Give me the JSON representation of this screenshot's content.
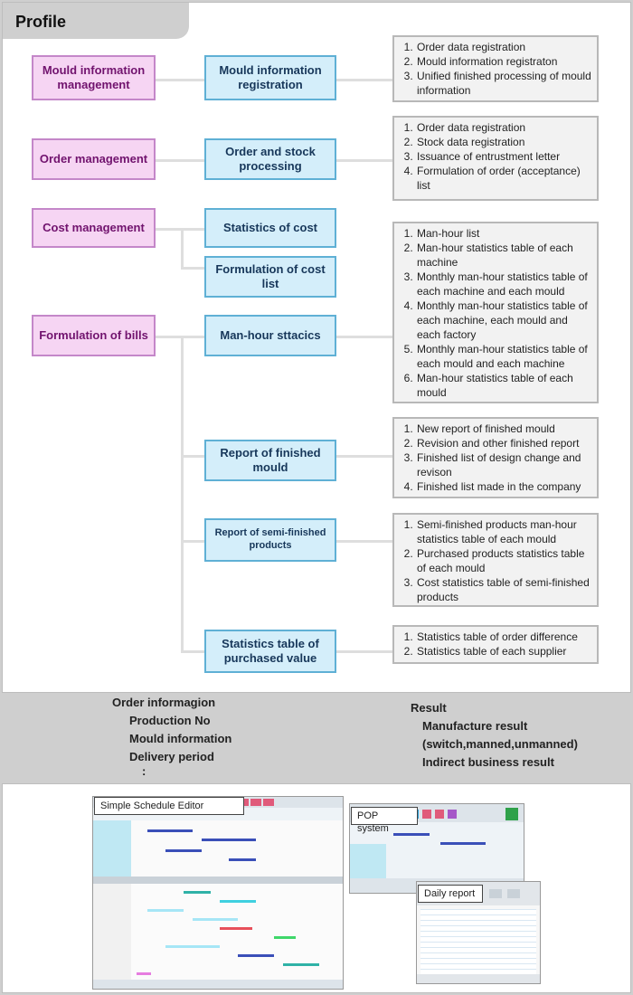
{
  "title": "Profile",
  "categories": [
    "Mould information management",
    "Order management",
    "Cost management",
    "Formulation of bills"
  ],
  "processes": [
    "Mould information registration",
    "Order and stock processing",
    "Statistics of cost",
    "Formulation of cost list",
    "Man-hour sttacics",
    "Report of finished mould",
    "Report of semi-finished products",
    "Statistics table of purchased value"
  ],
  "lists": [
    [
      "Order data registration",
      "Mould information registraton",
      "Unified finished processing of mould information"
    ],
    [
      "Order data registration",
      "Stock data registration",
      "Issuance of entrustment letter",
      "Formulation of order (acceptance) list"
    ],
    [
      "Man-hour list",
      "Man-hour statistics table of each machine",
      "Monthly man-hour statistics table of each machine and each mould",
      "Monthly man-hour statistics table of each machine, each mould and each factory",
      "Monthly man-hour statistics table of each mould and each machine",
      "Man-hour statistics table of each mould"
    ],
    [
      "New report of finished mould",
      "Revision and other finished report",
      "Finished list of design change and revison",
      "Finished list made in the company"
    ],
    [
      "Semi-finished products man-hour statistics table of each mould",
      "Purchased products statistics table of each mould",
      "Cost statistics table of semi-finished products"
    ],
    [
      "Statistics table of order difference",
      "Statistics table of each supplier"
    ]
  ],
  "flow_down": [
    "Order informagion",
    "Production No",
    "Mould information",
    "Delivery period",
    ":"
  ],
  "flow_up": [
    "Result",
    "Manufacture result",
    "(switch,manned,unmanned)",
    "Indirect business result"
  ],
  "screenshots": [
    "Simple Schedule Editor",
    "POP system",
    "Daily report"
  ]
}
